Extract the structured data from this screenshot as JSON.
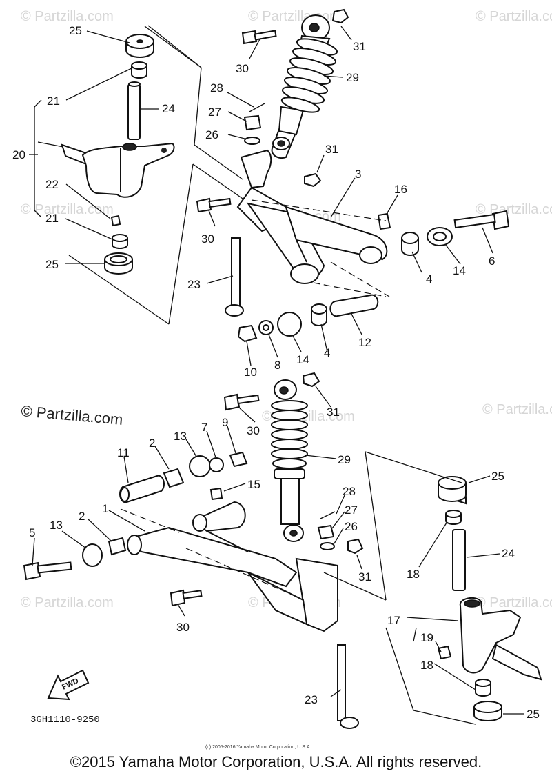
{
  "watermarks": {
    "main": "© Partzilla.com",
    "repeat": "© Partzilla.com"
  },
  "drawing_code": "3GH1110-9250",
  "small_credit": "(c) 2005-2016 Yamaha Motor Corporation, U.S.A.",
  "copyright": "©2015 Yamaha Motor Corporation, U.S.A. All rights reserved.",
  "fwd_label": "FWD",
  "callouts": {
    "c25a": "25",
    "c31a": "31",
    "c30a": "30",
    "c29a": "29",
    "c21a": "21",
    "c24a": "24",
    "c28a": "28",
    "c27a": "27",
    "c26a": "26",
    "c20": "20",
    "c22": "22",
    "c31b": "31",
    "c3": "3",
    "c16": "16",
    "c21b": "21",
    "c30b": "30",
    "c25b": "25",
    "c23a": "23",
    "c4a": "4",
    "c14a": "14",
    "c6": "6",
    "c10": "10",
    "c8": "8",
    "c14b": "14",
    "c4b": "4",
    "c12": "12",
    "c31c": "31",
    "c30c": "30",
    "c11": "11",
    "c2a": "2",
    "c13a": "13",
    "c7": "7",
    "c9": "9",
    "c29b": "29",
    "c25c": "25",
    "c15": "15",
    "c1": "1",
    "c5": "5",
    "c13b": "13",
    "c2b": "2",
    "c28b": "28",
    "c27b": "27",
    "c26b": "26",
    "c24b": "24",
    "c31d": "31",
    "c18a": "18",
    "c30d": "30",
    "c17": "17",
    "c19": "19",
    "c18b": "18",
    "c23b": "23",
    "c25d": "25"
  }
}
